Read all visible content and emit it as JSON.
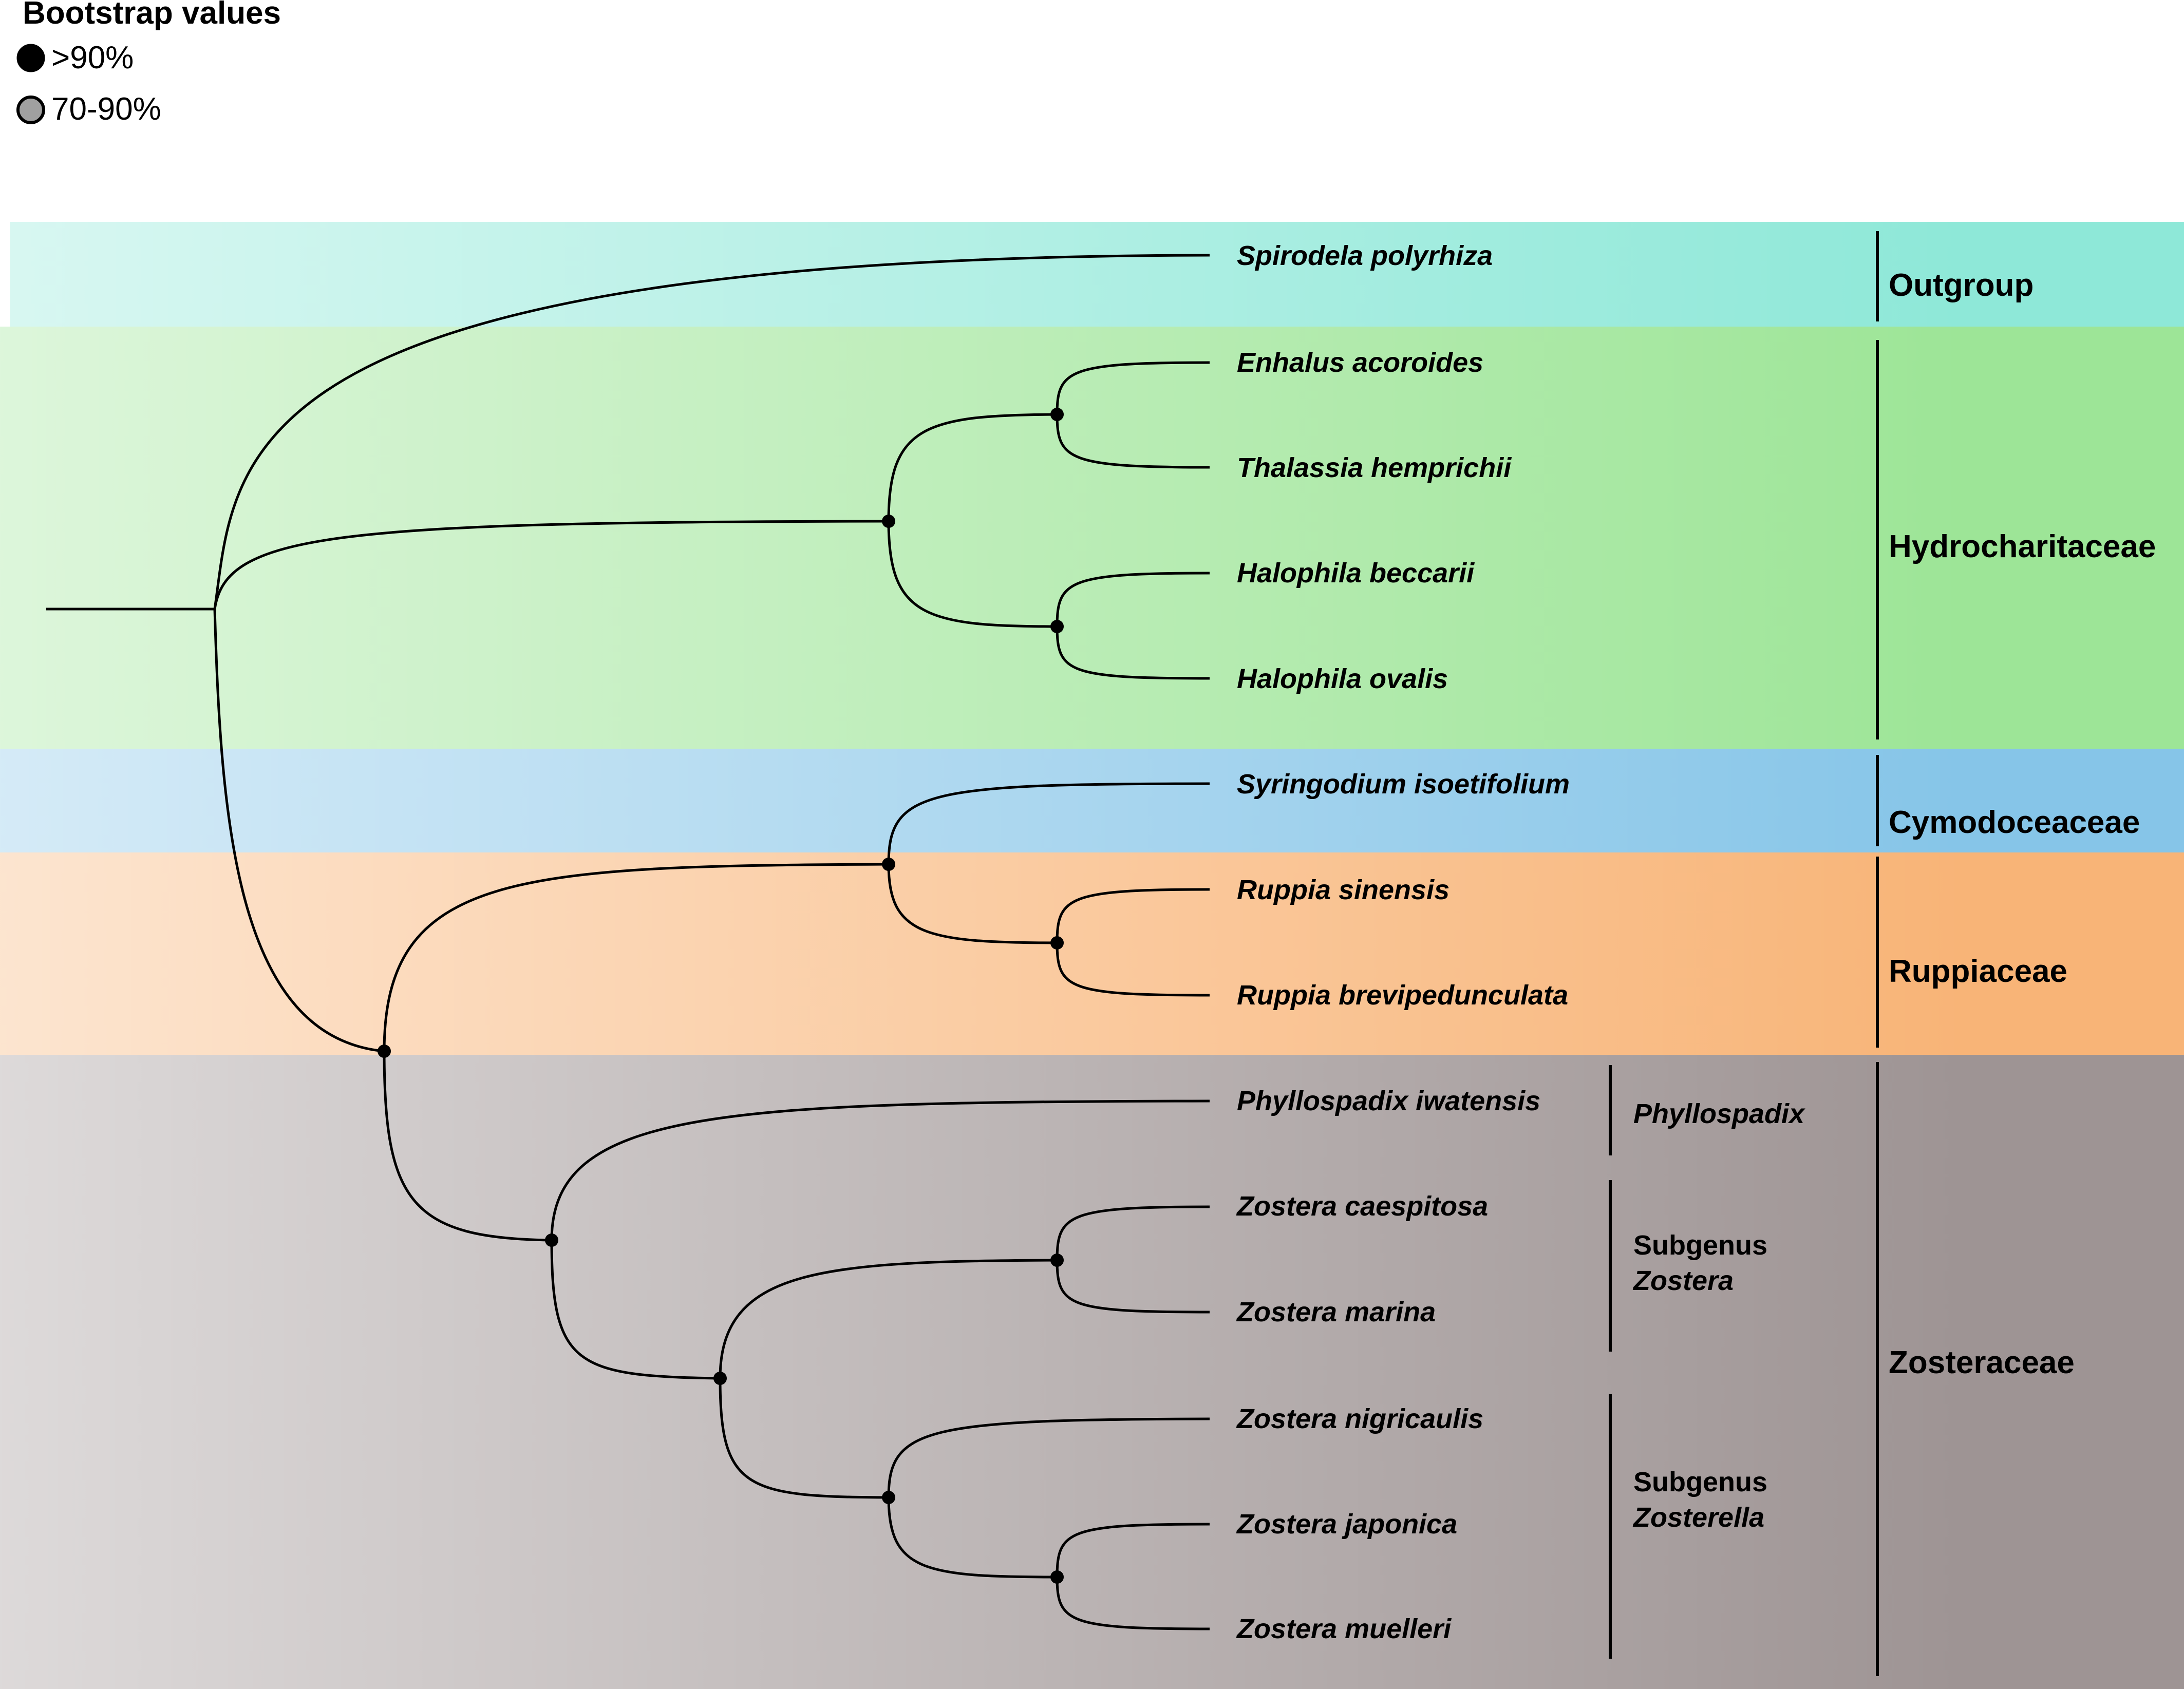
{
  "legend": {
    "title": "Bootstrap values",
    "items": [
      {
        "label": ">90%",
        "color": "#000000"
      },
      {
        "label": "70-90%",
        "color": "#a0a0a0"
      }
    ]
  },
  "bands": [
    {
      "name": "Outgroup",
      "color": "#8ee8d8"
    },
    {
      "name": "Hydrocharitaceae",
      "color": "#9de597"
    },
    {
      "name": "Cymodoceaceae",
      "color": "#86c5e8"
    },
    {
      "name": "Ruppiaceae",
      "color": "#f8b477"
    },
    {
      "name": "Zosteraceae",
      "color": "#9e9494"
    }
  ],
  "taxa": [
    "Spirodela polyrhiza",
    "Enhalus acoroides",
    "Thalassia hemprichii",
    "Halophila beccarii",
    "Halophila ovalis",
    "Syringodium isoetifolium",
    "Ruppia sinensis",
    "Ruppia brevipedunculata",
    "Phyllospadix iwatensis",
    "Zostera caespitosa",
    "Zostera marina",
    "Zostera nigricaulis",
    "Zostera japonica",
    "Zostera muelleri"
  ],
  "families": [
    "Outgroup",
    "Hydrocharitaceae",
    "Cymodoceaceae",
    "Ruppiaceae",
    "Zosteraceae"
  ],
  "subgroups": {
    "phyllospadix": "Phyllospadix",
    "zostera_line1": "Subgenus",
    "zostera_line2": "Zostera",
    "zosterella_line1": "Subgenus",
    "zosterella_line2": "Zosterella"
  },
  "nodes": [
    {
      "clade": "Enhalus acoroides + Thalassia hemprichii",
      "support": ">90%"
    },
    {
      "clade": "Halophila beccarii + Halophila ovalis",
      "support": ">90%"
    },
    {
      "clade": "Hydrocharitaceae",
      "support": ">90%"
    },
    {
      "clade": "Ruppia sinensis + Ruppia brevipedunculata",
      "support": ">90%"
    },
    {
      "clade": "Cymodoceaceae + Ruppiaceae",
      "support": ">90%"
    },
    {
      "clade": "Cymodoceaceae + Ruppiaceae + Zosteraceae",
      "support": ">90%"
    },
    {
      "clade": "Zosteraceae",
      "support": ">90%"
    },
    {
      "clade": "Zostera",
      "support": ">90%"
    },
    {
      "clade": "Zostera caespitosa + Zostera marina",
      "support": ">90%"
    },
    {
      "clade": "Subgenus Zosterella",
      "support": ">90%"
    },
    {
      "clade": "Zostera japonica + Zostera muelleri",
      "support": ">90%"
    }
  ]
}
